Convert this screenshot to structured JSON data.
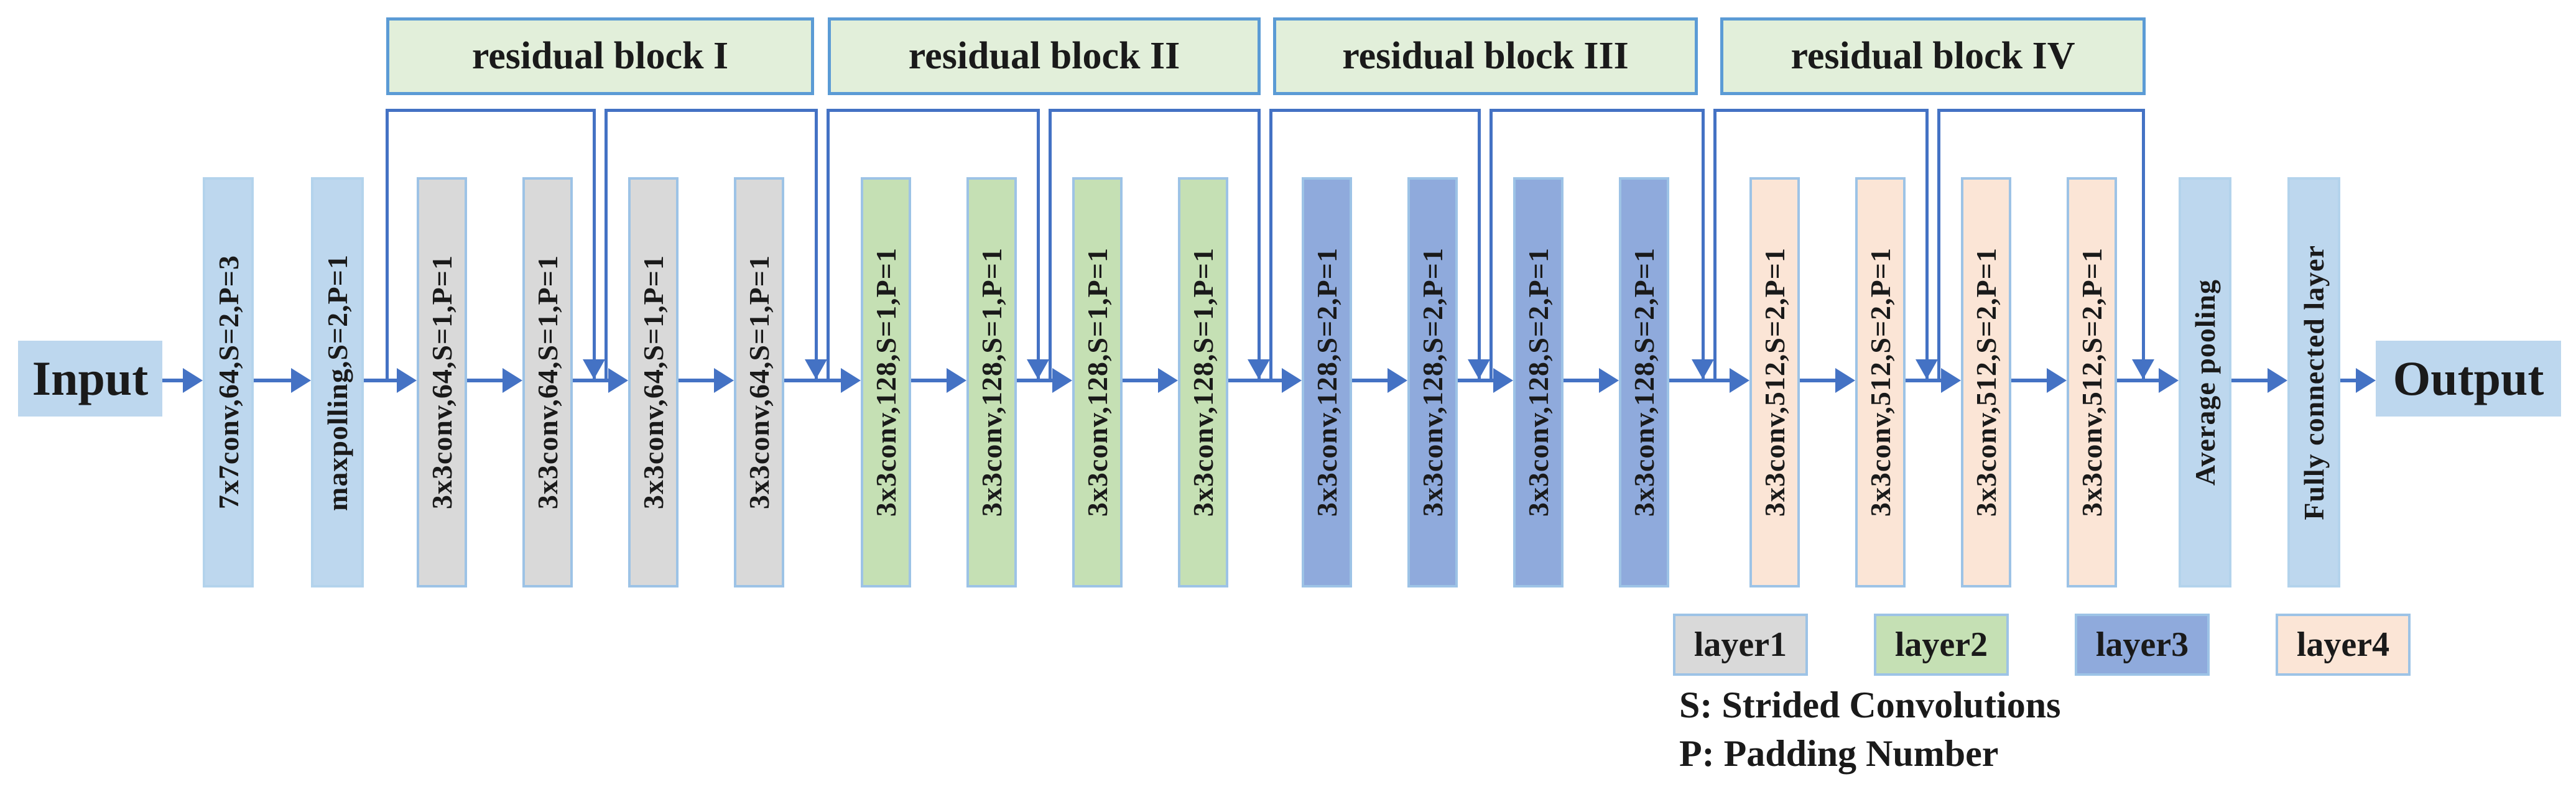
{
  "figure": {
    "input": "Input",
    "output": "Output",
    "stem": [
      "7x7conv,64,S=2,P=3",
      "maxpolling,S=2,P=1"
    ],
    "blocks": [
      {
        "title": "residual block I",
        "convs": [
          "3x3conv,64,S=1,P=1",
          "3x3conv,64,S=1,P=1",
          "3x3conv,64,S=1,P=1",
          "3x3conv,64,S=1,P=1"
        ]
      },
      {
        "title": "residual block II",
        "convs": [
          "3x3conv,128,S=1,P=1",
          "3x3conv,128,S=1,P=1",
          "3x3conv,128,S=1,P=1",
          "3x3conv,128,S=1,P=1"
        ]
      },
      {
        "title": "residual block III",
        "convs": [
          "3x3conv,128,S=2,P=1",
          "3x3conv,128,S=2,P=1",
          "3x3conv,128,S=2,P=1",
          "3x3conv,128,S=2,P=1"
        ]
      },
      {
        "title": "residual block IV",
        "convs": [
          "3x3conv,512,S=2,P=1",
          "3x3conv,512,S=2,P=1",
          "3x3conv,512,S=2,P=1",
          "3x3conv,512,S=2,P=1"
        ]
      }
    ],
    "head": [
      "Average pooling",
      "Fully connected layer"
    ],
    "legend": [
      {
        "label": "layer1",
        "color": "#d9d9d9"
      },
      {
        "label": "layer2",
        "color": "#c5e0b4"
      },
      {
        "label": "layer3",
        "color": "#8faadc"
      },
      {
        "label": "layer4",
        "color": "#fbe5d6"
      }
    ],
    "notes": [
      "S: Strided Convolutions",
      "P: Padding Number"
    ],
    "colors": {
      "arrow": "#4472c4",
      "stage_blue": "#bdd7ee",
      "title_fill": "#e2efda",
      "title_border": "#5b9bd5",
      "box_border": "#9dc3e6"
    }
  }
}
